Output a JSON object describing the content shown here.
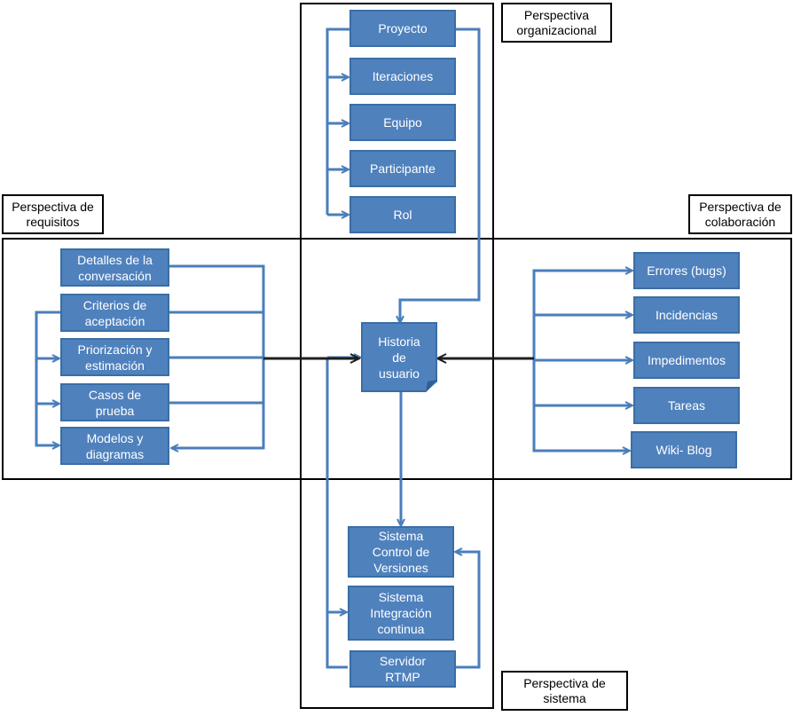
{
  "labels": {
    "org": "Perspectiva\norganizacional",
    "req": "Perspectiva de\nrequisitos",
    "col": "Perspectiva de\ncolaboración",
    "sys": "Perspectiva de\nsistema"
  },
  "center": {
    "story": "Historia\nde\nusuario"
  },
  "organizational": [
    "Proyecto",
    "Iteraciones",
    "Equipo",
    "Participante",
    "Rol"
  ],
  "requirements": [
    "Detalles de la\nconversación",
    "Criterios de\naceptación",
    "Priorización y\nestimación",
    "Casos de\nprueba",
    "Modelos y\ndiagramas"
  ],
  "collaboration": [
    "Errores (bugs)",
    "Incidencias",
    "Impedimentos",
    "Tareas",
    "Wiki- Blog"
  ],
  "system": [
    "Sistema\nControl de\nVersiones",
    "Sistema\nIntegración\ncontinua",
    "Servidor\nRTMP"
  ],
  "colors": {
    "box_fill": "#4f81bd",
    "box_border": "#3a6ea5",
    "arrow": "#4a7ebb",
    "dark_arrow": "#1f1f1f"
  }
}
